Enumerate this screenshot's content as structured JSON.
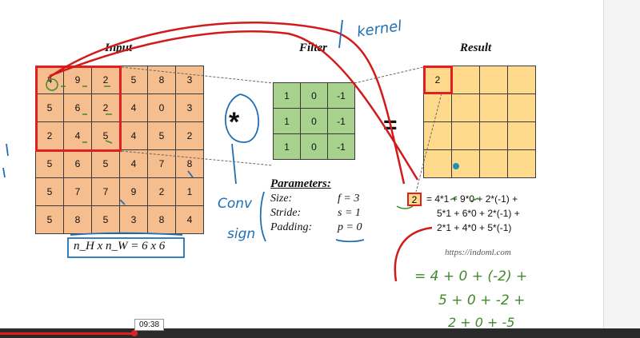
{
  "titles": {
    "input": "Input",
    "filter": "Filter",
    "result": "Result"
  },
  "input_matrix": [
    [
      "4",
      "9",
      "2",
      "5",
      "8",
      "3"
    ],
    [
      "5",
      "6",
      "2",
      "4",
      "0",
      "3"
    ],
    [
      "2",
      "4",
      "5",
      "4",
      "5",
      "2"
    ],
    [
      "5",
      "6",
      "5",
      "4",
      "7",
      "8"
    ],
    [
      "5",
      "7",
      "7",
      "9",
      "2",
      "1"
    ],
    [
      "5",
      "8",
      "5",
      "3",
      "8",
      "4"
    ]
  ],
  "filter_matrix": [
    [
      "1",
      "0",
      "-1"
    ],
    [
      "1",
      "0",
      "-1"
    ],
    [
      "1",
      "0",
      "-1"
    ]
  ],
  "result_matrix": [
    [
      "2",
      "",
      "",
      ""
    ],
    [
      "",
      "",
      "",
      ""
    ],
    [
      "",
      "",
      "",
      ""
    ],
    [
      "",
      "",
      "",
      ""
    ]
  ],
  "operators": {
    "convolve": "*",
    "equals": "="
  },
  "parameters": {
    "title": "Parameters:",
    "size_label": "Size:",
    "size_value": "f = 3",
    "stride_label": "Stride:",
    "stride_value": "s = 1",
    "padding_label": "Padding:",
    "padding_value": "p = 0"
  },
  "equation": {
    "result_value": "2",
    "line1": "= 4*1 + 9*0 + 2*(-1) +",
    "line2": "5*1 + 6*0 + 2*(-1) +",
    "line3": "2*1 + 4*0 + 5*(-1)"
  },
  "shape_label": "n_H x n_W = 6 x 6",
  "url": "https://indoml.com",
  "annotations": {
    "kernel": "kernel",
    "conv": "Conv",
    "sign": "sign",
    "calc1": "= 4 + 0 + (-2) +",
    "calc2": "5 + 0 + -2 +",
    "calc3": "2 + 0 + -5"
  },
  "video": {
    "timestamp": "09:38",
    "progress_percent": 21
  },
  "colors": {
    "input_fill": "#f6bd8e",
    "filter_fill": "#a9d18e",
    "result_fill": "#ffd98c",
    "highlight_red": "#e02020",
    "ink_red": "#d11a1a",
    "ink_blue": "#1f6fb5",
    "ink_green": "#3f8a2a"
  }
}
